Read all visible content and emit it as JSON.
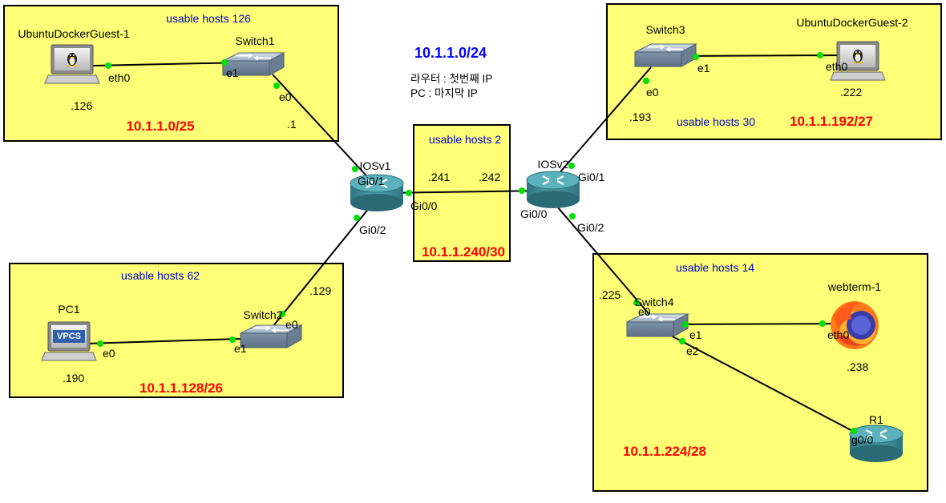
{
  "title": "10.1.1.0/24",
  "notes": [
    "라우터 : 첫번째 IP",
    "PC : 마지막 IP"
  ],
  "zones": {
    "z1": {
      "hosts": "usable hosts 126",
      "subnet": "10.1.1.0/25"
    },
    "z2": {
      "hosts": "usable hosts 62",
      "subnet": "10.1.1.128/26"
    },
    "z3": {
      "hosts": "usable hosts 2",
      "subnet": "10.1.1.240/30"
    },
    "z4": {
      "hosts": "usable hosts 30",
      "subnet": "10.1.1.192/27"
    },
    "z5": {
      "hosts": "usable hosts 14",
      "subnet": "10.1.1.224/28"
    }
  },
  "nodes": {
    "ubuntu1": {
      "name": "UbuntuDockerGuest-1",
      "port": "eth0",
      "ip": ".126"
    },
    "switch1": {
      "name": "Switch1",
      "port_e0": "e0",
      "port_e1": "e1"
    },
    "pc1": {
      "name": "PC1",
      "icon_text": "VPCS",
      "port": "e0",
      "ip": ".190"
    },
    "switch2": {
      "name": "Switch2",
      "port_e0": "e0",
      "port_e1": "e1"
    },
    "iosv1": {
      "name": "IOSv1",
      "gi01": "Gi0/1",
      "gi00": "Gi0/0",
      "gi02": "Gi0/2",
      "ip_gi01": ".1",
      "ip_gi02": ".129",
      "ip_gi00": ".241"
    },
    "iosv2": {
      "name": "IOSv2",
      "gi01": "Gi0/1",
      "gi00": "Gi0/0",
      "gi02": "Gi0/2",
      "ip_gi00": ".242",
      "ip_gi01": ".193",
      "ip_gi02": ".225"
    },
    "switch3": {
      "name": "Switch3",
      "port_e0": "e0",
      "port_e1": "e1"
    },
    "ubuntu2": {
      "name": "UbuntuDockerGuest-2",
      "port": "eth0",
      "ip": ".222"
    },
    "switch4": {
      "name": "Switch4",
      "port_e0": "e0",
      "port_e1": "e1",
      "port_e2": "e2"
    },
    "webterm": {
      "name": "webterm-1",
      "port": "eth0",
      "ip": ".238"
    },
    "r1": {
      "name": "R1",
      "port": "g0/0"
    }
  },
  "colors": {
    "zone_fill": "#ffff77",
    "port_dot": "#00e000",
    "subnet_text": "#ff0000",
    "hosts_text": "#0000cc",
    "title_text": "#0000ff",
    "router_body": "#3a8a96"
  },
  "icons": [
    "linux-pc-icon",
    "vpcs-pc-icon",
    "switch-icon",
    "router-icon",
    "firefox-icon"
  ]
}
